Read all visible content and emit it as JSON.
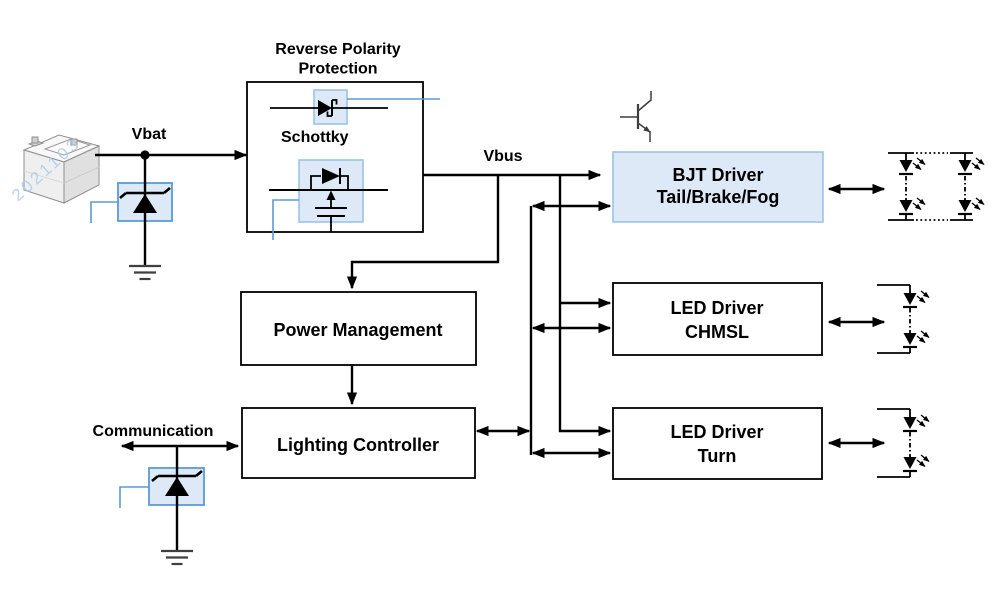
{
  "colors": {
    "accent_blue": "#5B9BD5",
    "highlight_fill": "#DEE9F7",
    "highlight_border": "#9DC3E6",
    "line_black": "#000000",
    "symbol_gray": "#3D3D3D",
    "watermark_blue": "#AECBEA"
  },
  "watermark_text": "2021103",
  "source": {
    "battery_icon": "car-battery",
    "vbat_label": "Vbat",
    "tvs_icon": "tvs-diode",
    "ground_icon": "ground"
  },
  "protection": {
    "title_line1": "Reverse Polarity",
    "title_line2": "Protection",
    "schottky_label": "Schottky",
    "icons": [
      "schottky-diode",
      "mosfet-with-body-diode"
    ]
  },
  "bus": {
    "vbus_label": "Vbus"
  },
  "communication": {
    "label": "Communication",
    "tvs_icon": "tvs-diode",
    "ground_icon": "ground"
  },
  "blocks": {
    "power_management": {
      "label": "Power Management"
    },
    "lighting_controller": {
      "label": "Lighting Controller"
    },
    "bjt_driver": {
      "line1": "BJT Driver",
      "line2": "Tail/Brake/Fog",
      "transistor_icon": "npn-transistor",
      "load_icon": "led-array-2x2"
    },
    "led_driver_chmsl": {
      "line1": "LED Driver",
      "line2": "CHMSL",
      "load_icon": "led-string-2"
    },
    "led_driver_turn": {
      "line1": "LED Driver",
      "line2": "Turn",
      "load_icon": "led-string-2"
    }
  }
}
